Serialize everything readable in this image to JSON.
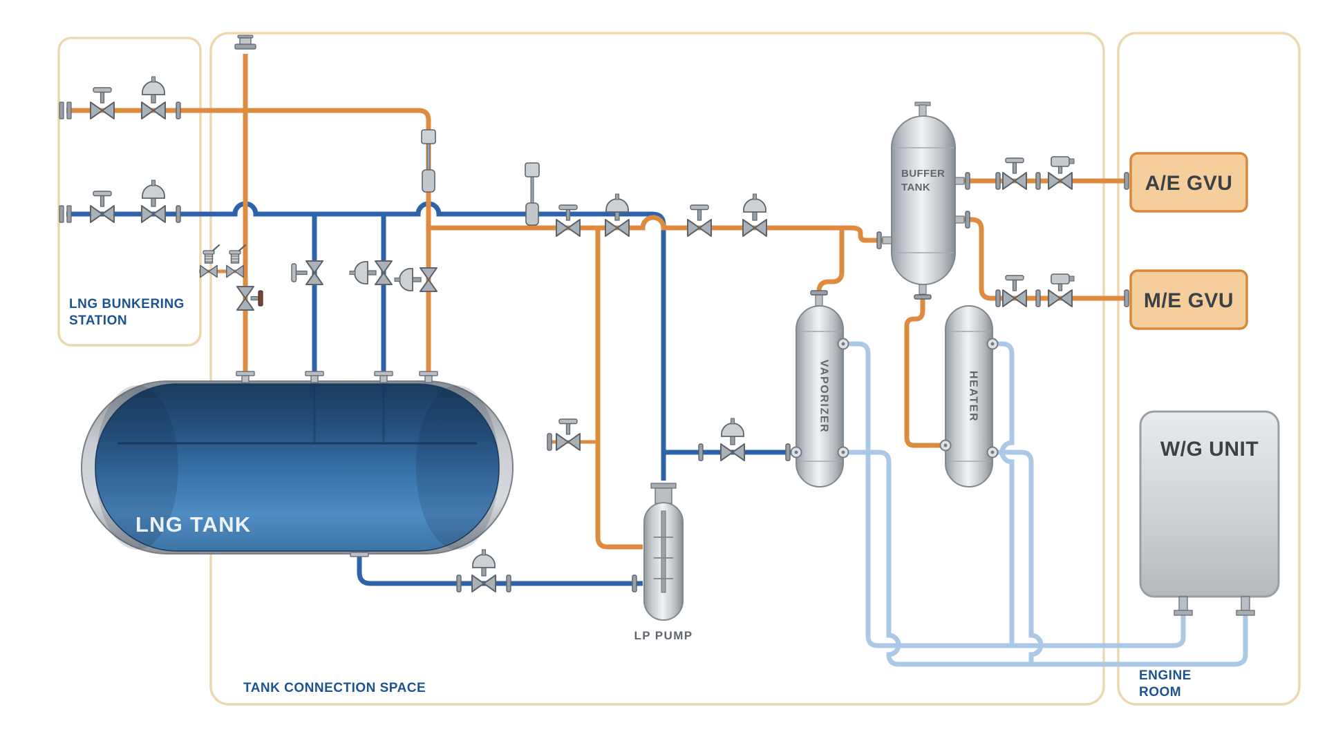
{
  "colors": {
    "gas_pipe": "#DE8B3F",
    "lng_pipe": "#2F63A9",
    "glycol_pipe": "#ABC8E6",
    "zone_border": "#EBD8AE",
    "zone_label": "#1D5392",
    "gvu_fill": "#F6CE9B",
    "gvu_border": "#D9873C"
  },
  "zones": {
    "bunkering": {
      "line1": "LNG BUNKERING",
      "line2": "STATION"
    },
    "tank_connection_space": {
      "label": "TANK CONNECTION SPACE"
    },
    "engine_room": {
      "line1": "ENGINE",
      "line2": "ROOM"
    }
  },
  "equipment": {
    "lng_tank": {
      "label": "LNG TANK"
    },
    "lp_pump": {
      "label": "LP PUMP"
    },
    "vaporizer": {
      "label": "VAPORIZER"
    },
    "heater": {
      "label": "HEATER"
    },
    "buffer_tank": {
      "line1": "BUFFER",
      "line2": "TANK"
    },
    "wg_unit": {
      "label": "W/G UNIT"
    },
    "ae_gvu": {
      "label": "A/E GVU"
    },
    "me_gvu": {
      "label": "M/E GVU"
    }
  }
}
